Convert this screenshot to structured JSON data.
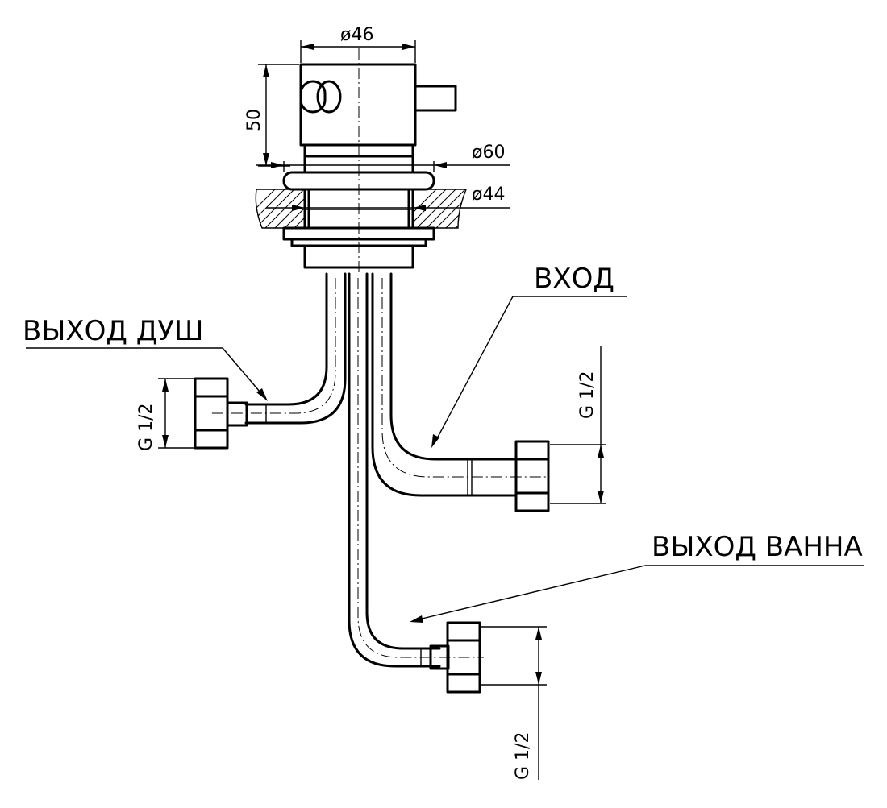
{
  "labels": {
    "outlet_shower": "ВЫХОД ДУШ",
    "inlet": "ВХОД",
    "outlet_bath": "ВЫХОД ВАННА"
  },
  "dimensions": {
    "body_diameter": "ø46",
    "body_height": "50",
    "flange_diameter": "ø60",
    "mount_hole_diameter": "ø44",
    "thread_shower": "G 1/2",
    "thread_inlet": "G 1/2",
    "thread_bath": "G 1/2"
  }
}
